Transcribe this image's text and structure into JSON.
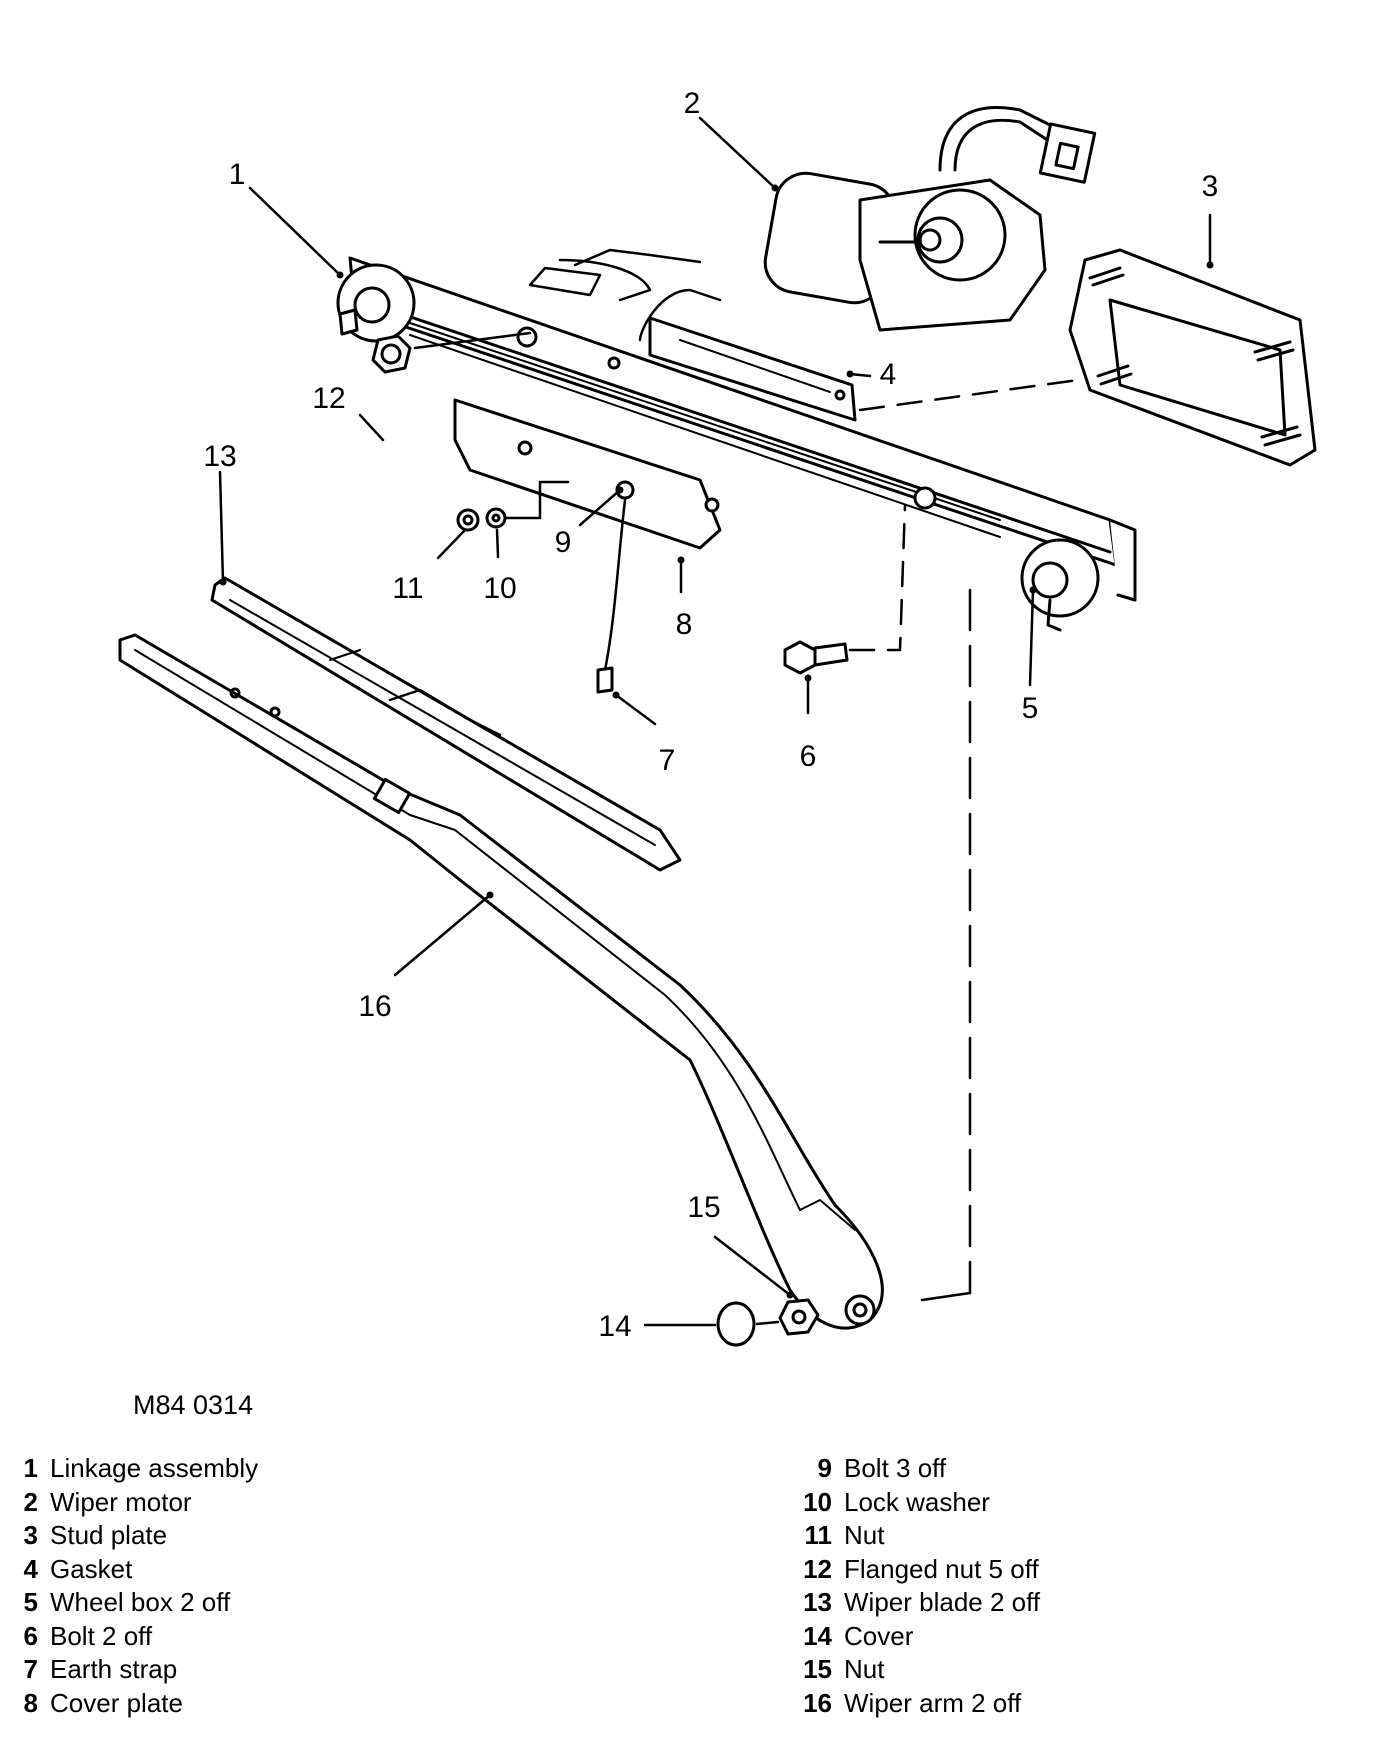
{
  "figure_ref": "M84 0314",
  "callouts": [
    "1",
    "2",
    "3",
    "4",
    "5",
    "6",
    "7",
    "8",
    "9",
    "10",
    "11",
    "12",
    "13",
    "14",
    "15",
    "16"
  ],
  "legend": [
    {
      "num": "1",
      "label": "Linkage assembly"
    },
    {
      "num": "2",
      "label": "Wiper motor"
    },
    {
      "num": "3",
      "label": "Stud plate"
    },
    {
      "num": "4",
      "label": "Gasket"
    },
    {
      "num": "5",
      "label": "Wheel box 2 off"
    },
    {
      "num": "6",
      "label": "Bolt 2 off"
    },
    {
      "num": "7",
      "label": "Earth strap"
    },
    {
      "num": "8",
      "label": "Cover plate"
    },
    {
      "num": "9",
      "label": "Bolt 3 off"
    },
    {
      "num": "10",
      "label": "Lock washer"
    },
    {
      "num": "11",
      "label": "Nut"
    },
    {
      "num": "12",
      "label": "Flanged nut 5 off"
    },
    {
      "num": "13",
      "label": "Wiper blade 2 off"
    },
    {
      "num": "14",
      "label": "Cover"
    },
    {
      "num": "15",
      "label": "Nut"
    },
    {
      "num": "16",
      "label": "Wiper arm 2 off"
    }
  ]
}
